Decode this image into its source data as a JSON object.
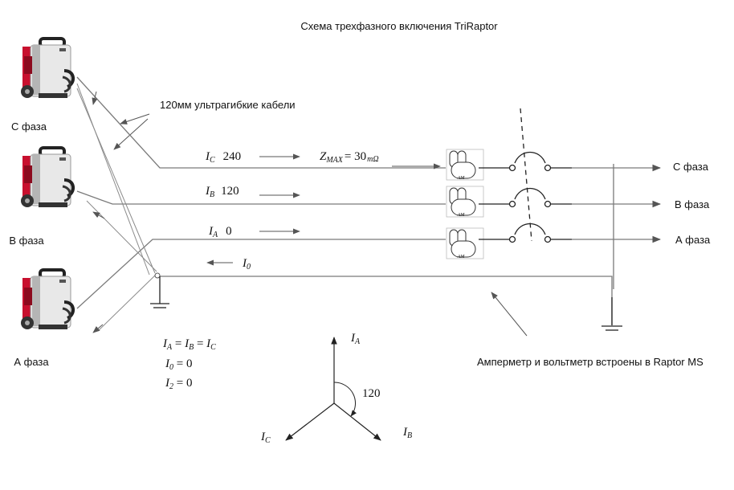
{
  "title": "Схема трехфазного включения TriRaptor",
  "cables_label": "120мм ультрагибкие кабели",
  "meter_note": "Амперметр и вольтметр встроены в Raptor MS",
  "units": [
    {
      "label": "С фаза"
    },
    {
      "label": "В фаза"
    },
    {
      "label": "А фаза"
    }
  ],
  "outputs": [
    "С фаза",
    "В фаза",
    "А фаза"
  ],
  "currents": {
    "ic": {
      "sym": "I",
      "sub": "C",
      "value": "240"
    },
    "ib": {
      "sym": "I",
      "sub": "B",
      "value": "120"
    },
    "ia": {
      "sym": "I",
      "sub": "A",
      "value": "0"
    },
    "i0": {
      "sym": "I",
      "sub": "0"
    }
  },
  "zmax": {
    "sym": "Z",
    "sub": "MAX",
    "eq": "= 30",
    "unit": "mΩ"
  },
  "meter_tag": "AM",
  "equations": {
    "line1": {
      "a": "I",
      "as": "A",
      "eq1": " = ",
      "b": "I",
      "bs": "B",
      "eq2": " = ",
      "c": "I",
      "cs": "C"
    },
    "line2": {
      "a": "I",
      "as": "0",
      "eq": " = 0"
    },
    "line3": {
      "a": "I",
      "as": "2",
      "eq": " = 0"
    }
  },
  "phasor": {
    "angle_label": "120",
    "labels": {
      "a": {
        "sym": "I",
        "sub": "A"
      },
      "b": {
        "sym": "I",
        "sub": "B"
      },
      "c": {
        "sym": "I",
        "sub": "C"
      }
    }
  },
  "colors": {
    "machine_red": "#c8102e",
    "machine_body": "#e6e6e6",
    "wire": "#7a7a7a"
  }
}
